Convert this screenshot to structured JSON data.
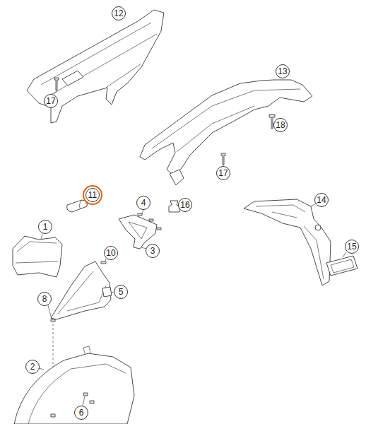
{
  "diagram": {
    "labels": [
      "12",
      "17",
      "13",
      "18",
      "17",
      "11",
      "4",
      "16",
      "14",
      "1",
      "10",
      "3",
      "15",
      "8",
      "5",
      "2",
      "6"
    ]
  }
}
